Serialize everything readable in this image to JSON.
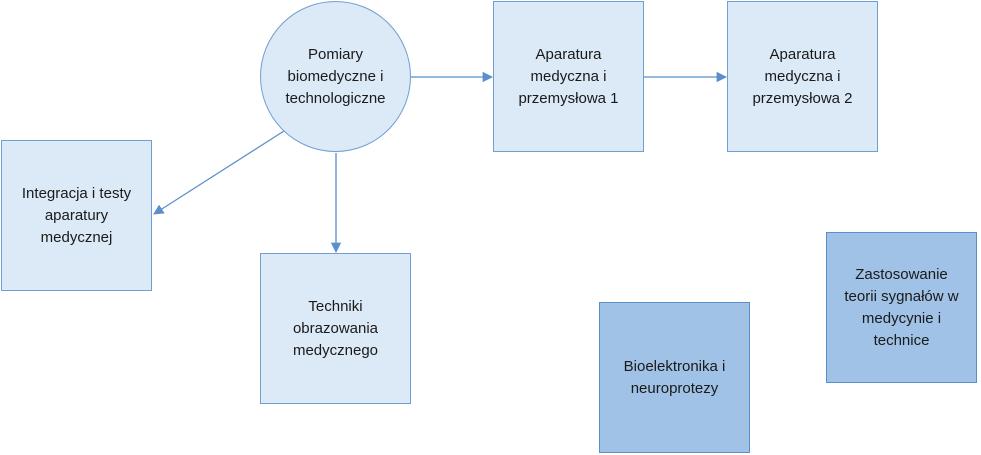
{
  "diagram": {
    "nodes": {
      "pomiary": "Pomiary\nbiomedyczne i\ntechnologiczne",
      "aparatura1": "Aparatura\nmedyczna i\nprzemysłowa 1",
      "aparatura2": "Aparatura\nmedyczna i\nprzemysłowa 2",
      "integracja": "Integracja i testy\naparatury\nmedycznej",
      "techniki": "Techniki\nobrazowania\nmedycznego",
      "bioelektronika": "Bioelektronika i\nneuroprotezy",
      "zastosowanie": "Zastosowanie\nteorii sygnałów w\nmedycynie i\ntechnice"
    },
    "edges": [
      {
        "from": "pomiary",
        "to": "aparatura1"
      },
      {
        "from": "aparatura1",
        "to": "aparatura2"
      },
      {
        "from": "pomiary",
        "to": "integracja"
      },
      {
        "from": "pomiary",
        "to": "techniki"
      }
    ],
    "colors": {
      "light_fill": "#dce9f6",
      "dark_fill": "#9fc2e6",
      "border": "#6f9fd3",
      "connector": "#5b8fc9"
    }
  }
}
